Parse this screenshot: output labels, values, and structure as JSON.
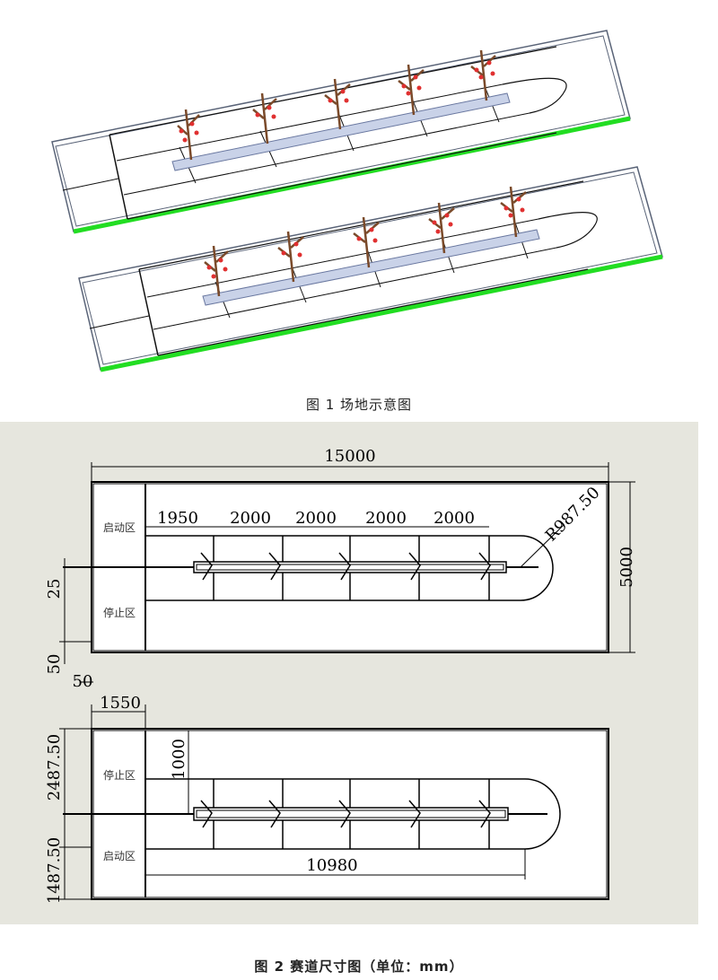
{
  "figure1": {
    "caption": "图 1 场地示意图"
  },
  "figure2": {
    "caption": "图 2 赛道尺寸图（单位：mm）",
    "overall_length": "15000",
    "overall_width": "5000",
    "segment_labels": [
      "1950",
      "2000",
      "2000",
      "2000",
      "2000"
    ],
    "radius_label": "R987.50",
    "dim_25": "25",
    "dim_50_vertical": "50",
    "dim_50_horizontal": "50",
    "dim_1550": "1550",
    "dim_1000": "1000",
    "dim_2487": "2487.50",
    "dim_1487": "1487.50",
    "dim_10980": "10980",
    "top_start_zone": "启动区",
    "top_stop_zone": "停止区",
    "bottom_stop_zone": "停止区",
    "bottom_start_zone": "启动区"
  },
  "colors": {
    "drawing_bg": "#e6e6de",
    "green_edge": "#22dd22",
    "rail": "#9aa8c8",
    "tree_trunk": "#7a4a2a",
    "fruit": "#e03030"
  }
}
